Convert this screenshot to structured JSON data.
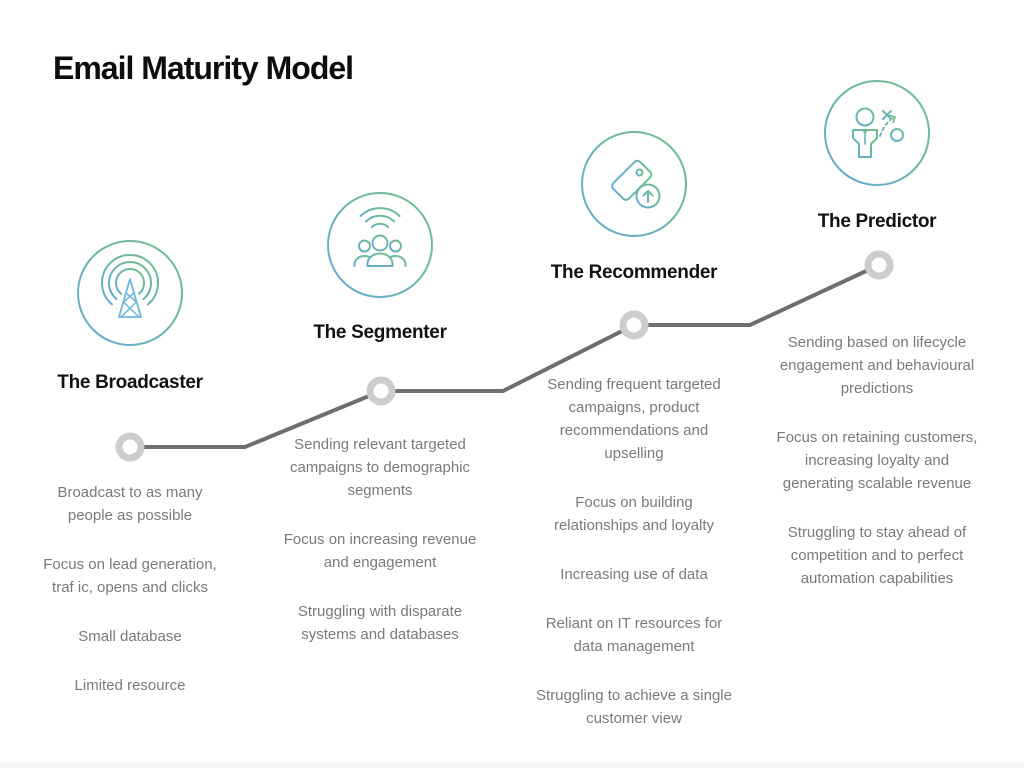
{
  "title": "Email Maturity Model",
  "stages": [
    {
      "name": "The Broadcaster",
      "icon": "broadcast-tower-icon",
      "bullets": [
        "Broadcast to as many people as possible",
        "Focus on lead generation, traf ic, opens and clicks",
        "Small database",
        "Limited resource"
      ]
    },
    {
      "name": "The Segmenter",
      "icon": "audience-segments-icon",
      "bullets": [
        "Sending relevant targeted campaigns to demographic segments",
        "Focus on increasing revenue and engagement",
        "Struggling with disparate systems and databases"
      ]
    },
    {
      "name": "The Recommender",
      "icon": "price-tag-upsell-icon",
      "bullets": [
        "Sending frequent targeted campaigns, product recommendations and upselling",
        "Focus on building relationships and loyalty",
        "Increasing use of data",
        "Reliant on IT resources for data management",
        "Struggling to achieve a single customer view"
      ]
    },
    {
      "name": "The Predictor",
      "icon": "strategy-person-icon",
      "bullets": [
        "Sending based on lifecycle engagement and behavioural predictions",
        "Focus on retaining customers, increasing loyalty and generating scalable revenue",
        "Struggling to stay ahead of competition and to perfect automation capabilities"
      ]
    }
  ],
  "colors": {
    "gradient_green": "#72c088",
    "gradient_blue": "#66a9d6",
    "line_gray": "#6e6e6e",
    "node_ring_gray": "#cdcdcd",
    "body_text_gray": "#7a7a7a",
    "title_black": "#0d0d0d"
  }
}
